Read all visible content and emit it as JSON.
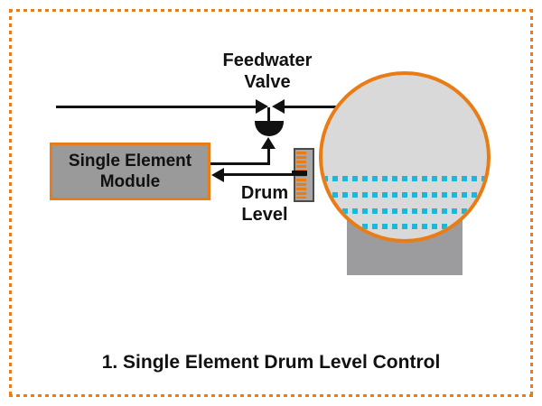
{
  "diagram_title": "1. Single Element Drum Level Control",
  "labels": {
    "feedwater_valve": "Feedwater\nValve",
    "module": "Single Element\nModule",
    "drum_level": "Drum\nLevel"
  },
  "caption": {
    "text": "1. Single Element Drum Level Control"
  },
  "icons": {
    "valve_body": "converging-arrowheads-valve-symbol",
    "valve_actuator": "half-dome-actuator",
    "signal_arrows": "black-triangle-arrowheads",
    "transmitter_scale": "orange-tick-scale",
    "water_level": "cyan-dashed-level-lines"
  },
  "colors": {
    "accent_orange": "#EA7C15",
    "line_black": "#111111",
    "module_fill": "#9A9A9A",
    "drum_fill": "#D9D9D9",
    "support_fill": "#9C9C9E",
    "gauge_fill": "#A8A8A8",
    "water_level_cyan": "#1CB8DC",
    "background": "#FFFFFF"
  }
}
